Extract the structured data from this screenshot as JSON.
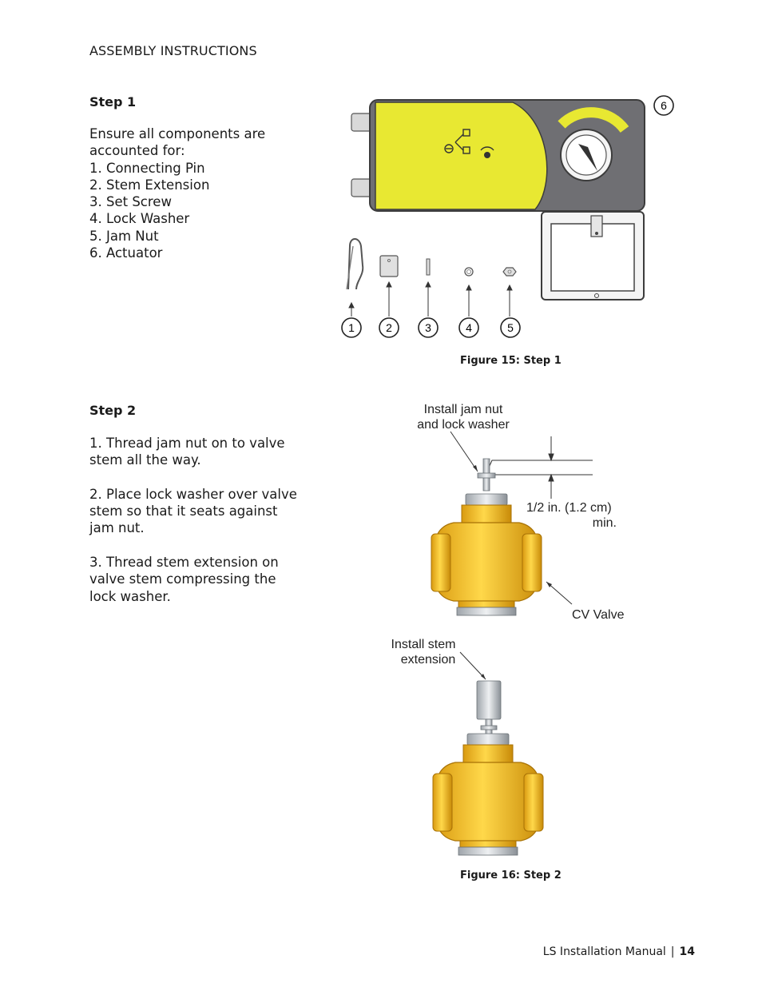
{
  "page": {
    "header": "ASSEMBLY INSTRUCTIONS",
    "footer_title": "LS Installation Manual",
    "footer_separator": "|",
    "page_number": "14"
  },
  "step1": {
    "title": "Step 1",
    "intro": "Ensure all components are accounted for:",
    "items": [
      "1.  Connecting Pin",
      "2.  Stem Extension",
      "3.  Set Screw",
      "4.  Lock Washer",
      "5.  Jam Nut",
      "6.  Actuator"
    ],
    "figure_caption": "Figure 15: Step 1",
    "callouts": [
      "1",
      "2",
      "3",
      "4",
      "5",
      "6"
    ]
  },
  "step2": {
    "title": "Step 2",
    "paragraphs": [
      "1.  Thread jam nut on to valve stem all the way.",
      "2.  Place lock washer over valve stem so that it seats against jam nut.",
      "3.  Thread stem extension on valve stem compressing the lock washer."
    ],
    "figure_caption": "Figure 16: Step 2",
    "labels": {
      "jam_nut_line1": "Install jam nut",
      "jam_nut_line2": "and lock washer",
      "dimension_line1": "1/2 in. (1.2 cm)",
      "dimension_line2": "min.",
      "cv_valve": "CV Valve",
      "stem_ext_line1": "Install stem",
      "stem_ext_line2": "extension"
    }
  },
  "colors": {
    "actuator_yellow": "#e8e832",
    "actuator_gray": "#6f6f73",
    "valve_brass": "#f0b81c",
    "steel": "#c8ccd0"
  }
}
